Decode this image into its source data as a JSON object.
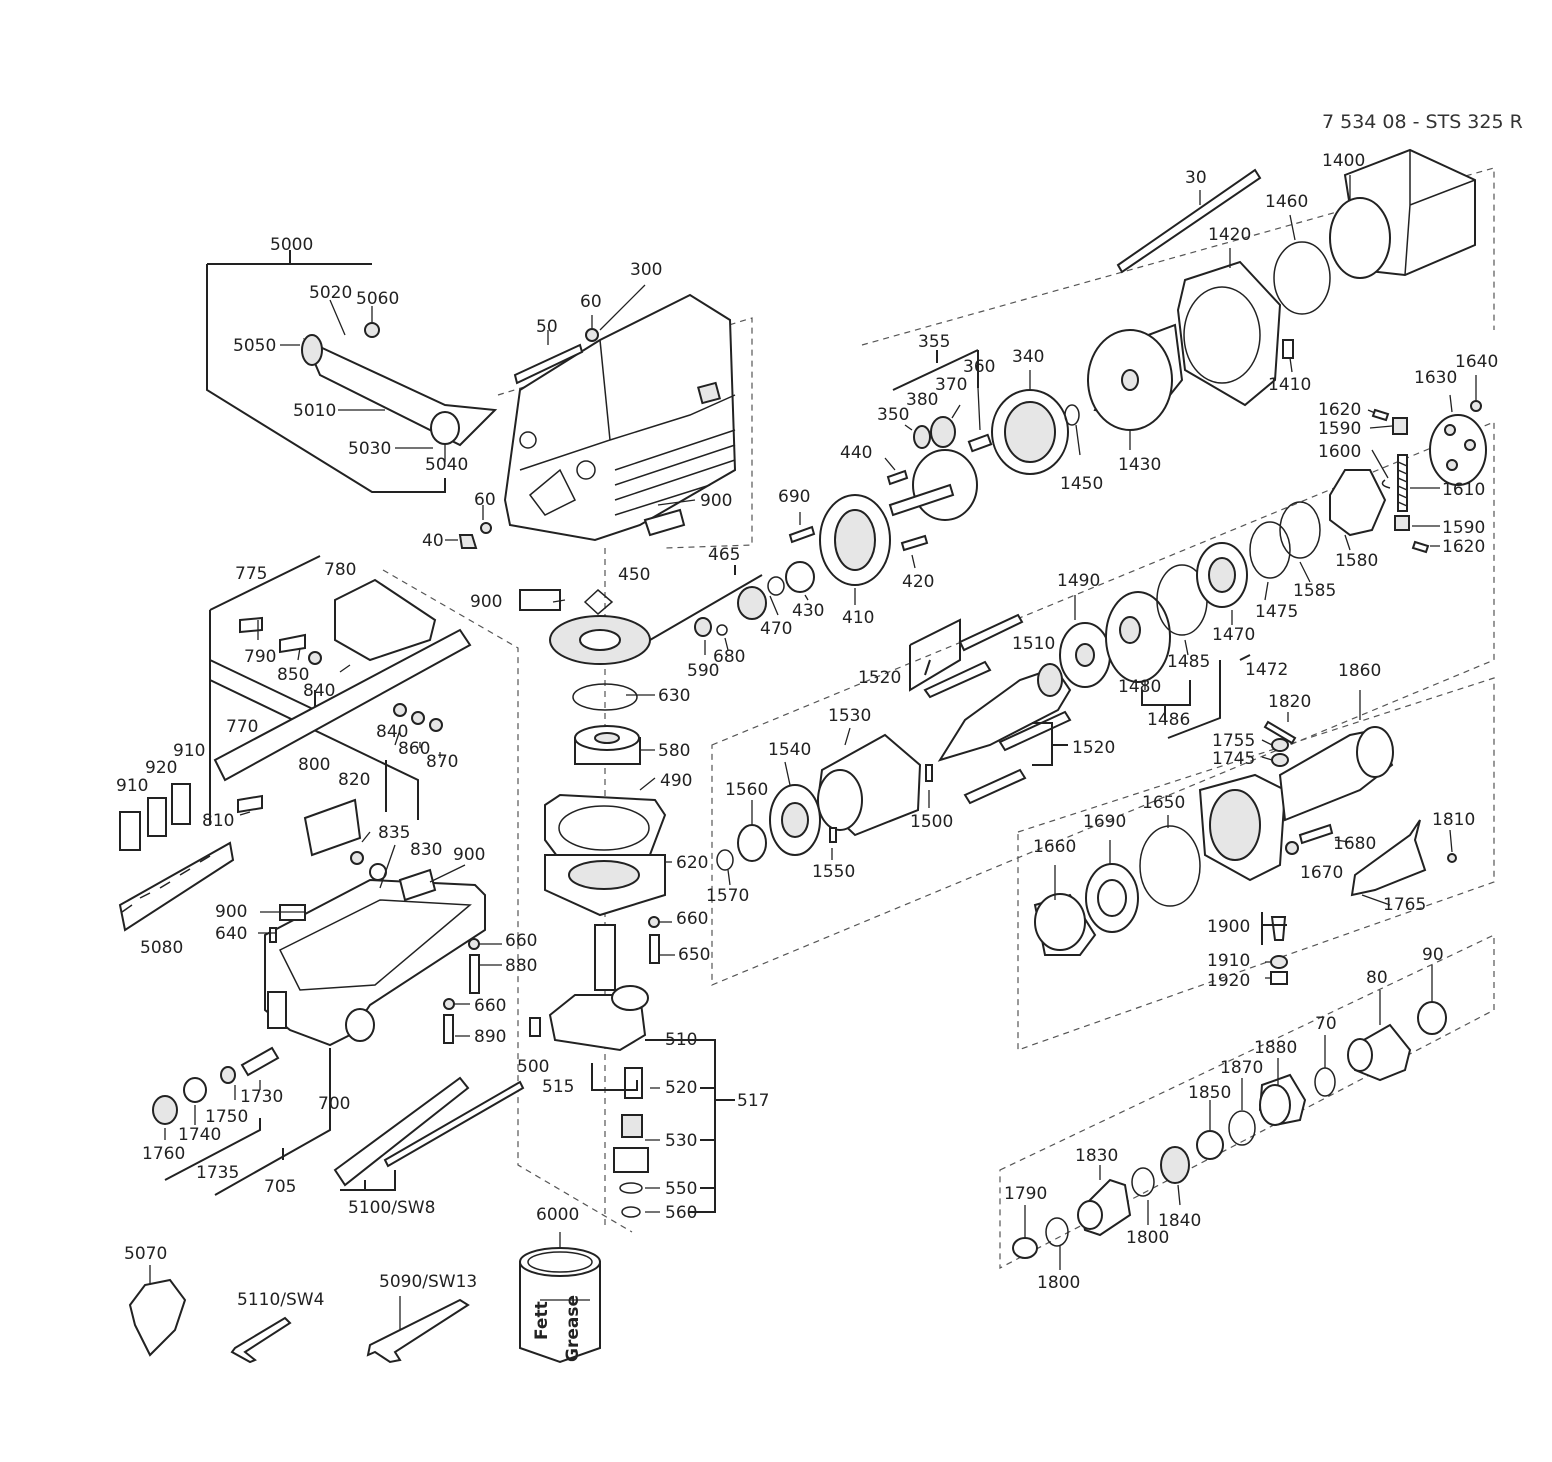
{
  "title": "7 534 08 - STS 325 R",
  "labels": {
    "p30": "30",
    "p40": "40",
    "p50": "50",
    "p60a": "60",
    "p60b": "60",
    "p70": "70",
    "p80": "80",
    "p90": "90",
    "p300": "300",
    "p340": "340",
    "p350": "350",
    "p355": "355",
    "p360": "360",
    "p370": "370",
    "p380": "380",
    "p410": "410",
    "p420": "420",
    "p430": "430",
    "p440": "440",
    "p450": "450",
    "p465": "465",
    "p470": "470",
    "p490": "490",
    "p500": "500",
    "p510": "510",
    "p515": "515",
    "p517": "517",
    "p520": "520",
    "p530": "530",
    "p550": "550",
    "p560": "560",
    "p580": "580",
    "p590": "590",
    "p620": "620",
    "p630": "630",
    "p640": "640",
    "p650": "650",
    "p660a": "660",
    "p660b": "660",
    "p660c": "660",
    "p680": "680",
    "p690": "690",
    "p700": "700",
    "p705": "705",
    "p770": "770",
    "p775": "775",
    "p780": "780",
    "p790": "790",
    "p800": "800",
    "p810": "810",
    "p820": "820",
    "p830": "830",
    "p835": "835",
    "p840a": "840",
    "p840b": "840",
    "p850": "850",
    "p860": "860",
    "p870": "870",
    "p880": "880",
    "p890": "890",
    "p900a": "900",
    "p900b": "900",
    "p900c": "900",
    "p900d": "900",
    "p910a": "910",
    "p910b": "910",
    "p920": "920",
    "p1400": "1400",
    "p1410": "1410",
    "p1420": "1420",
    "p1430": "1430",
    "p1450": "1450",
    "p1460": "1460",
    "p1470": "1470",
    "p1472": "1472",
    "p1475": "1475",
    "p1480": "1480",
    "p1485": "1485",
    "p1486": "1486",
    "p1490": "1490",
    "p1500": "1500",
    "p1510": "1510",
    "p1520a": "1520",
    "p1520b": "1520",
    "p1530": "1530",
    "p1540": "1540",
    "p1550": "1550",
    "p1560": "1560",
    "p1570": "1570",
    "p1580": "1580",
    "p1585": "1585",
    "p1590a": "1590",
    "p1590b": "1590",
    "p1600": "1600",
    "p1610": "1610",
    "p1620a": "1620",
    "p1620b": "1620",
    "p1630": "1630",
    "p1640": "1640",
    "p1650": "1650",
    "p1660": "1660",
    "p1670": "1670",
    "p1680": "1680",
    "p1690": "1690",
    "p1730": "1730",
    "p1735": "1735",
    "p1740": "1740",
    "p1745": "1745",
    "p1750": "1750",
    "p1755": "1755",
    "p1760": "1760",
    "p1765": "1765",
    "p1790": "1790",
    "p1800a": "1800",
    "p1800b": "1800",
    "p1810": "1810",
    "p1820": "1820",
    "p1830": "1830",
    "p1840": "1840",
    "p1850": "1850",
    "p1860": "1860",
    "p1870": "1870",
    "p1880": "1880",
    "p1900": "1900",
    "p1910": "1910",
    "p1920": "1920",
    "p5000": "5000",
    "p5010": "5010",
    "p5020": "5020",
    "p5030": "5030",
    "p5040": "5040",
    "p5050": "5050",
    "p5060": "5060",
    "p5070": "5070",
    "p5080": "5080",
    "p5090": "5090/SW13",
    "p5100": "5100/SW8",
    "p5110": "5110/SW4",
    "p6000": "6000"
  },
  "grease_can": {
    "line1": "Fett",
    "line2": "Grease"
  }
}
